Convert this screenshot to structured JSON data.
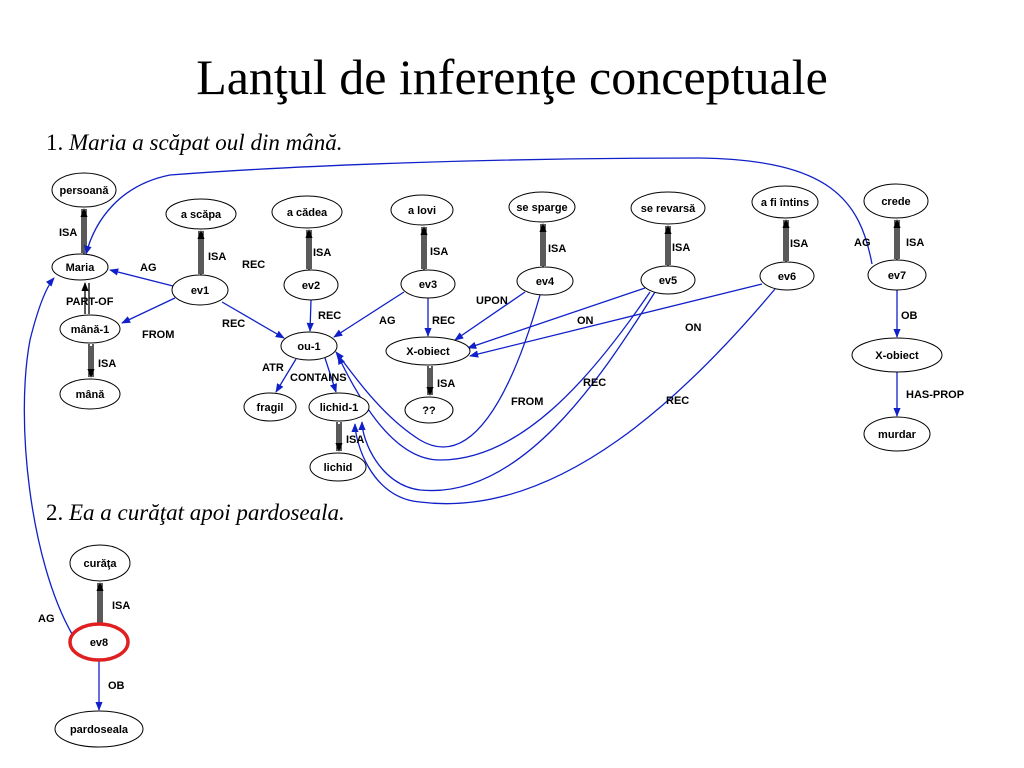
{
  "title": "Lanţul de inferenţe conceptuale",
  "sentences": [
    {
      "number": "1.",
      "text": "Maria a scăpat oul din mână."
    },
    {
      "number": "2.",
      "text": "Ea a curăţat apoi pardoseala."
    }
  ],
  "colors": {
    "arrow": "#1020c8",
    "isa_arrow": "#000000",
    "highlight": "#e02020"
  },
  "nodes": [
    {
      "id": "persoana",
      "label": "persoană"
    },
    {
      "id": "maria",
      "label": "Maria"
    },
    {
      "id": "mana1",
      "label": "mână-1"
    },
    {
      "id": "mana",
      "label": "mână"
    },
    {
      "id": "ascapa",
      "label": "a scăpa"
    },
    {
      "id": "ev1",
      "label": "ev1"
    },
    {
      "id": "acadea",
      "label": "a cădea"
    },
    {
      "id": "ev2",
      "label": "ev2"
    },
    {
      "id": "alovi",
      "label": "a lovi"
    },
    {
      "id": "ev3",
      "label": "ev3"
    },
    {
      "id": "sesparge",
      "label": "se sparge"
    },
    {
      "id": "ev4",
      "label": "ev4"
    },
    {
      "id": "serevarsa",
      "label": "se revarsă"
    },
    {
      "id": "ev5",
      "label": "ev5"
    },
    {
      "id": "afiintins",
      "label": "a fi întins"
    },
    {
      "id": "ev6",
      "label": "ev6"
    },
    {
      "id": "crede",
      "label": "crede"
    },
    {
      "id": "ev7",
      "label": "ev7"
    },
    {
      "id": "xobiect2",
      "label": "X-obiect"
    },
    {
      "id": "murdar",
      "label": "murdar"
    },
    {
      "id": "ou1",
      "label": "ou-1"
    },
    {
      "id": "fragil",
      "label": "fragil"
    },
    {
      "id": "lichid1",
      "label": "lichid-1"
    },
    {
      "id": "lichid",
      "label": "lichid"
    },
    {
      "id": "xobiect1",
      "label": "X-obiect"
    },
    {
      "id": "qq",
      "label": "??"
    },
    {
      "id": "curata",
      "label": "curăţa"
    },
    {
      "id": "ev8",
      "label": "ev8"
    },
    {
      "id": "pardoseala",
      "label": "pardoseala"
    }
  ],
  "edge_labels": {
    "isa": "ISA",
    "ag": "AG",
    "rec": "REC",
    "from": "FROM",
    "part_of": "PART-OF",
    "upon": "UPON",
    "on": "ON",
    "ob": "OB",
    "has_prop": "HAS-PROP",
    "atr": "ATR",
    "contains": "CONTAINS"
  }
}
